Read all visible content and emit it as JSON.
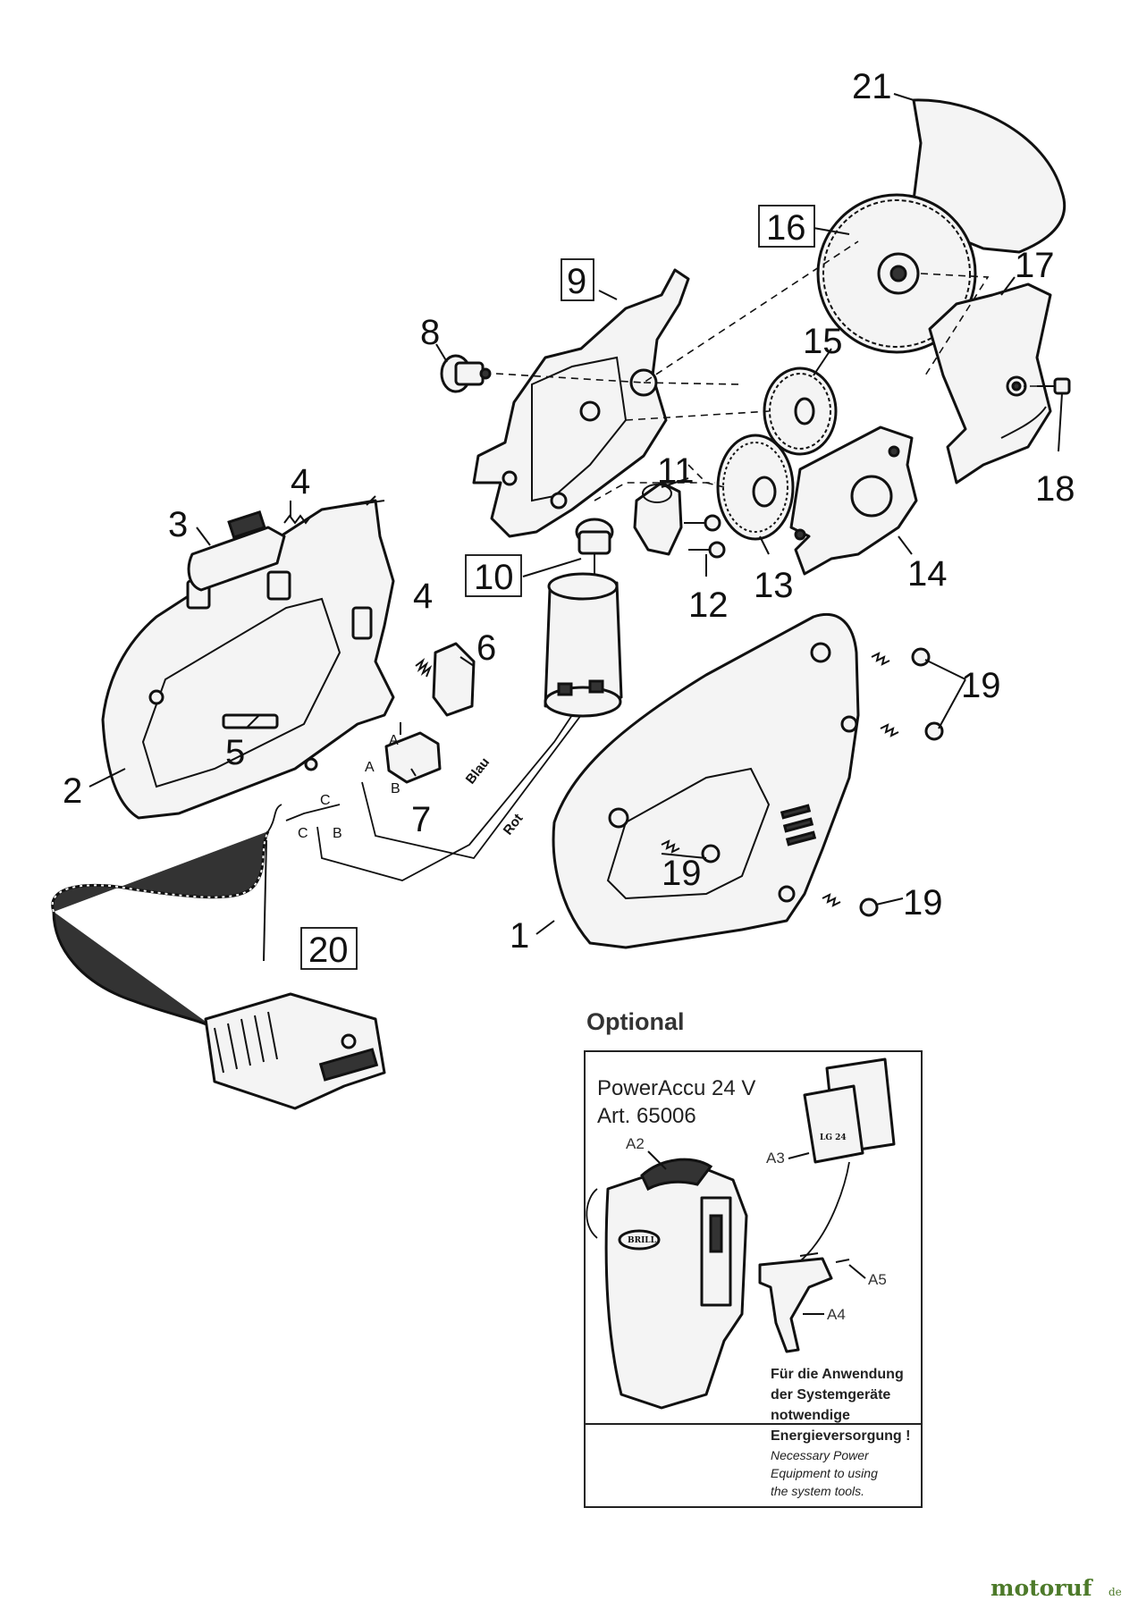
{
  "callouts": {
    "c1": "1",
    "c2": "2",
    "c3": "3",
    "c4a": "4",
    "c4b": "4",
    "c5": "5",
    "c6": "6",
    "c7": "7",
    "c8": "8",
    "c9": "9",
    "c10": "10",
    "c11": "11",
    "c12": "12",
    "c13": "13",
    "c14": "14",
    "c15": "15",
    "c16": "16",
    "c17": "17",
    "c18": "18",
    "c19a": "19",
    "c19b": "19",
    "c19c": "19",
    "c20": "20",
    "c21": "21"
  },
  "wires": {
    "blue": "Blau",
    "red": "Rot"
  },
  "terminals": {
    "a1": "A",
    "b1": "B",
    "a2": "A",
    "c1": "C",
    "c2": "C",
    "b2": "B"
  },
  "optional": {
    "title": "Optional",
    "product": "PowerAccu 24 V",
    "article": "Art. 65006",
    "brand": "BRILL",
    "charger_label": "LG 24",
    "labels": {
      "a2": "A2",
      "a3": "A3",
      "a4": "A4",
      "a5": "A5"
    },
    "note_de": [
      "Für die Anwendung",
      "der Systemgeräte",
      "notwendige",
      "Energieversorgung !"
    ],
    "note_en": [
      "Necessary Power",
      "Equipment to using",
      "the system tools."
    ]
  },
  "watermark": {
    "main": "motoruf",
    "tld": "de"
  }
}
